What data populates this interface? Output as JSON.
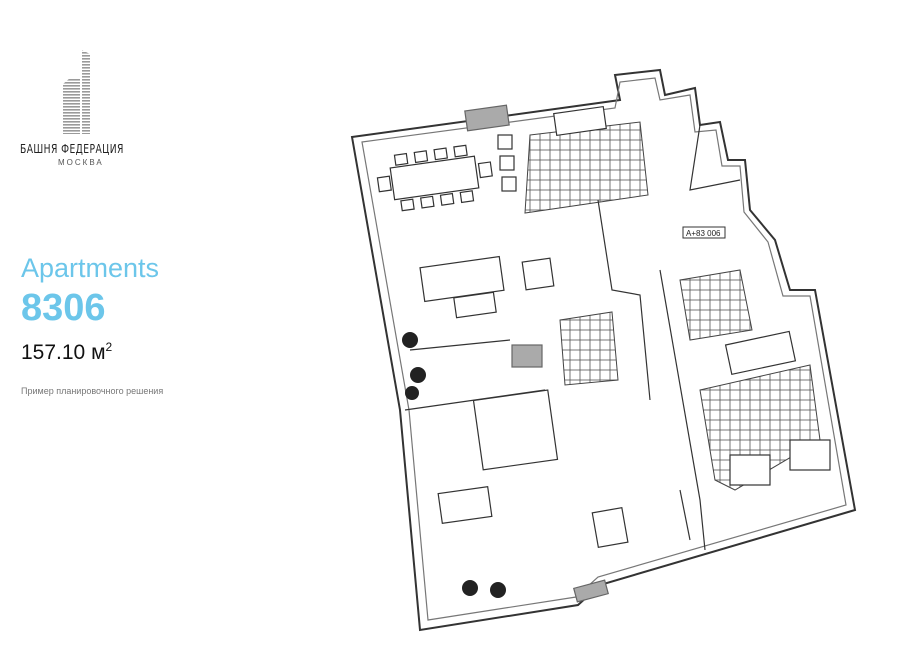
{
  "logo": {
    "brand": "БАШНЯ ФЕДЕРАЦИЯ",
    "city": "МОСКВА"
  },
  "title": "Apartments",
  "number": "8306",
  "area": {
    "value": "157.10 м",
    "unit_sup": "2"
  },
  "note": "Пример планировочного решения",
  "plan": {
    "unit_label": "A+83 006"
  }
}
